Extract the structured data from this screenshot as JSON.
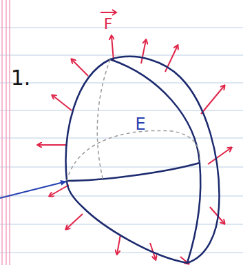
{
  "diagram": {
    "nodes": [
      {
        "text": [
          "E"
        ]
      }
    ],
    "labels": [
      "1.",
      "F"
    ]
  }
}
